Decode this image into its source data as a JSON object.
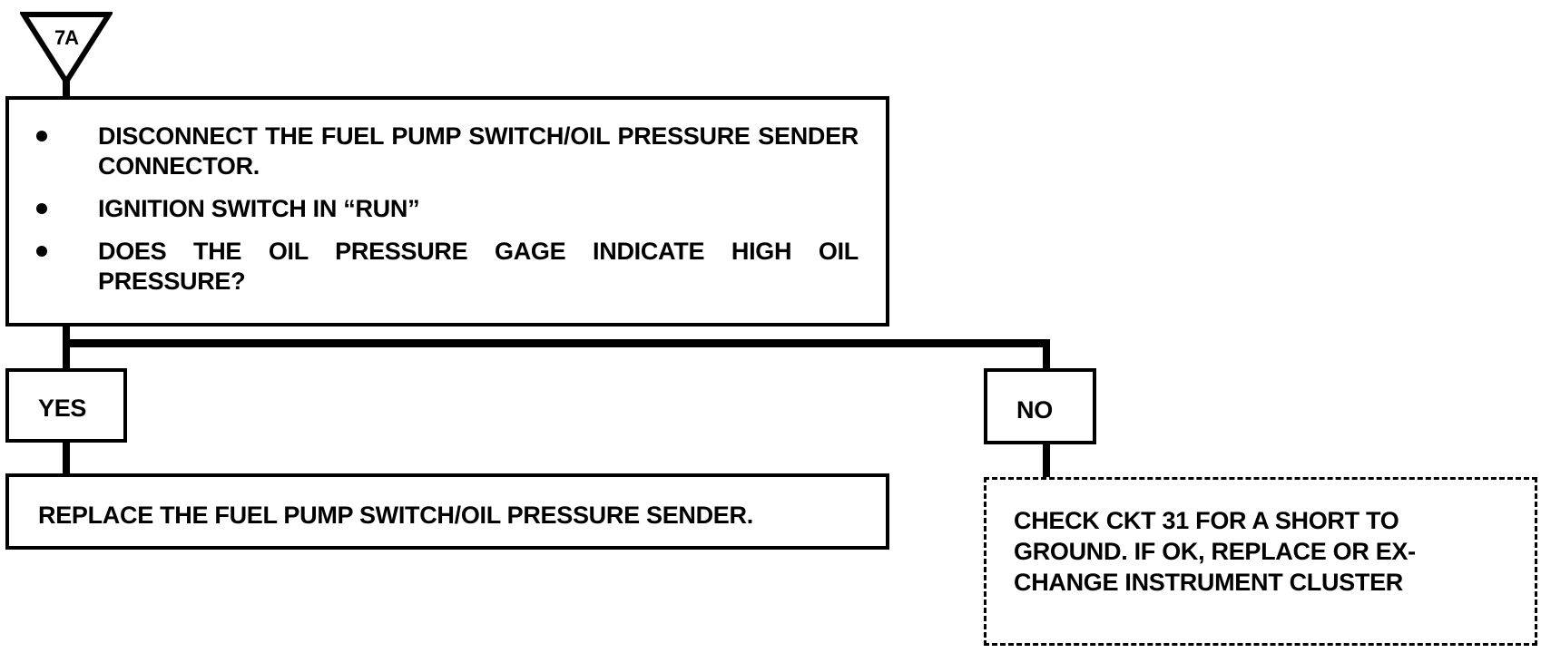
{
  "start_marker": "7A",
  "question": {
    "steps": [
      "DISCONNECT THE FUEL PUMP SWITCH/OIL PRESSURE SENDER CONNECTOR.",
      "IGNITION SWITCH IN “RUN”",
      "DOES THE OIL PRESSURE GAGE INDICATE HIGH OIL PRESSURE?"
    ]
  },
  "yes_branch": {
    "label": "YES",
    "action": "REPLACE THE FUEL PUMP SWITCH/OIL PRESSURE SENDER."
  },
  "no_branch": {
    "label": "NO",
    "action": "CHECK CKT 31 FOR A SHORT TO GROUND.  IF OK, REPLACE OR EX-CHANGE INSTRUMENT CLUSTER"
  }
}
